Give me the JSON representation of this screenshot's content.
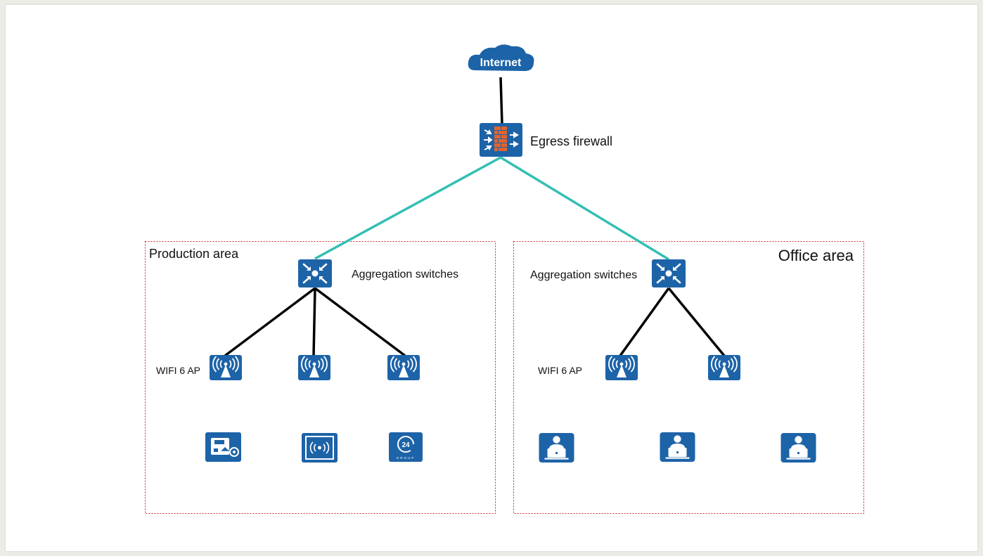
{
  "colors": {
    "device_blue": "#1d63a8",
    "uplink_teal": "#33bfb3",
    "link_black": "#000000",
    "area_border": "#c8282d",
    "firewall_brick": "#e3642c"
  },
  "internet": {
    "label": "Internet",
    "icon": "cloud-icon"
  },
  "firewall": {
    "label": "Egress  firewall",
    "icon": "firewall-icon"
  },
  "production": {
    "title": "Production  area",
    "switch_label": "Aggregation  switches",
    "ap_label": "WIFI  6  AP",
    "ap_count": 3,
    "terminals": [
      "storage-device-icon",
      "wireless-sensor-icon",
      "monitoring-device-icon"
    ],
    "monitor_caption": "GROUP"
  },
  "office": {
    "title": "Office  area",
    "switch_label": "Aggregation  switches",
    "ap_label": "WIFI  6  AP",
    "ap_count": 2,
    "terminals": [
      "office-user-icon",
      "office-user-icon",
      "office-user-icon"
    ]
  }
}
